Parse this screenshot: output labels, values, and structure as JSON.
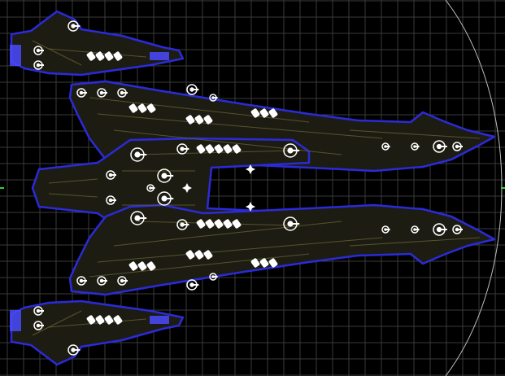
{
  "view": {
    "type": "ship-editor-blueprint-view",
    "background_color": "#000000",
    "grid_color": "#3a3a3a",
    "hull_color": "#1d1c12",
    "hull_outline_color": "#2b2bd9",
    "hull_detail_color": "#6f6a3a",
    "module_color": "#ffffff",
    "thruster_color": "#4a4aff",
    "boundary_arc_color": "#bdbdbd",
    "center_marker_color": "#2bd92b"
  },
  "ship": {
    "orientation": "facing-right",
    "symmetry": "mirrored-top-bottom",
    "hull_segments": [
      "upper-wing",
      "upper-prong",
      "central-core",
      "lower-prong",
      "lower-wing"
    ],
    "module_icons": [
      "turret-icon",
      "missile-rack-icon",
      "engine-icon",
      "shield-icon",
      "point-defense-icon"
    ]
  }
}
